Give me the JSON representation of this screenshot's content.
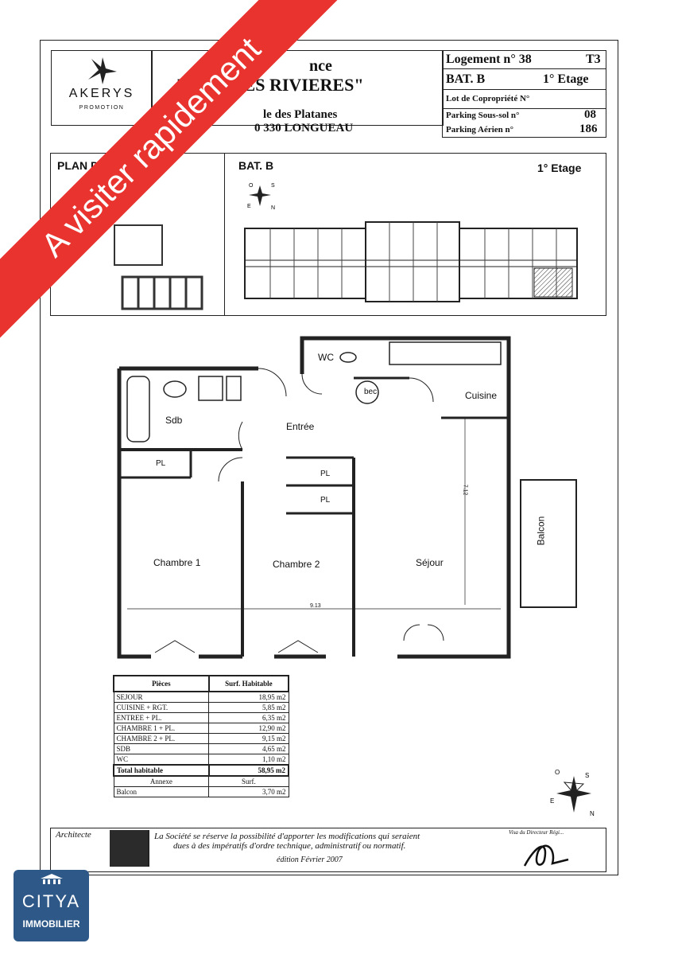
{
  "promoter": {
    "logo_name": "AKERYS",
    "logo_sub": "PROMOTION"
  },
  "residence": {
    "line1": "nce",
    "line2": "\"LE        ES RIVIERES\"",
    "address1": "le des Platanes",
    "address2": "0 330 LONGUEAU"
  },
  "lot": {
    "logement_label": "Logement n° 38",
    "type": "T3",
    "batiment": "BAT. B",
    "etage": "1° Etage",
    "copro_label": "Lot de Copropriété N°",
    "parking_ss_label": "Parking Sous-sol n°",
    "parking_ss_value": "08",
    "parking_air_label": "Parking Aérien n°",
    "parking_air_value": "186"
  },
  "plan_header": {
    "plan_de": "PLAN DE",
    "bat": "BAT. B",
    "etage": "1° Etage"
  },
  "rooms": {
    "wc": "WC",
    "bec": "bec",
    "cuisine": "Cuisine",
    "sdb": "Sdb",
    "entree": "Entrée",
    "pl1": "PL",
    "pl2": "PL",
    "pl3": "PL",
    "chambre1": "Chambre 1",
    "chambre2": "Chambre 2",
    "sejour": "Séjour",
    "balcon": "Balcon",
    "dim_h": "9.13",
    "dim_v": "7.12"
  },
  "surfaces": {
    "headers": [
      "Pièces",
      "Surf. Habitable"
    ],
    "rows": [
      [
        "SEJOUR",
        "18,95 m2"
      ],
      [
        "CUISINE + RGT.",
        "5,85 m2"
      ],
      [
        "ENTREE + PL.",
        "6,35 m2"
      ],
      [
        "CHAMBRE 1 + PL.",
        "12,90 m2"
      ],
      [
        "CHAMBRE 2 + PL.",
        "9,15 m2"
      ],
      [
        "SDB",
        "4,65 m2"
      ],
      [
        "WC",
        "1,10 m2"
      ]
    ],
    "total": [
      "Total habitable",
      "58,95 m2"
    ],
    "annex_headers": [
      "Annexe",
      "Surf."
    ],
    "annex": [
      "Balcon",
      "3,70 m2"
    ]
  },
  "footer": {
    "architecte": "Architecte",
    "disclaimer1": "La Société se réserve la possibilité d'apporter les modifications qui seraient",
    "disclaimer2": "dues à des impératifs d'ordre technique, administratif ou normatif.",
    "edition": "édition Février 2007",
    "visa": "Visa du Directeur Régi..."
  },
  "banner": {
    "text": "A visiter rapidement",
    "color": "#e8332f"
  },
  "agency": {
    "name_line1": "CITYA",
    "name_line2": "IMMOBILIER",
    "color": "#2e5888"
  },
  "compass": {
    "letters": [
      "O",
      "E",
      "S",
      "N"
    ]
  }
}
